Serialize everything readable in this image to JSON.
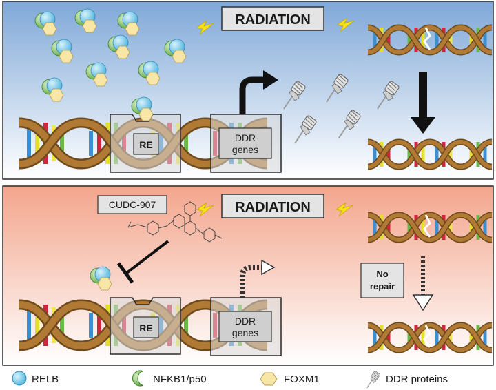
{
  "top_panel": {
    "title": "RADIATION",
    "binding_site_label": "RE",
    "genes_label_line1": "DDR",
    "genes_label_line2": "genes"
  },
  "bottom_panel": {
    "title": "RADIATION",
    "drug_label": "CUDC-907",
    "binding_site_label": "RE",
    "genes_label_line1": "DDR",
    "genes_label_line2": "genes",
    "outcome_line1": "No",
    "outcome_line2": "repair"
  },
  "legend": {
    "items": [
      {
        "label": "RELB",
        "icon": "relb-circle-icon",
        "color": "#5fc0e6"
      },
      {
        "label": "NFKB1/p50",
        "icon": "nfkb1-crescent-icon",
        "color": "#7bbf59"
      },
      {
        "label": "FOXM1",
        "icon": "foxm1-hexagon-icon",
        "color": "#f7e6a6"
      },
      {
        "label": "DDR proteins",
        "icon": "ddr-protein-pushpin-icon",
        "color": "#a8a8a8"
      }
    ]
  },
  "colors": {
    "top_gradient_start": "#7fa8d8",
    "bottom_gradient_start": "#f3a58c",
    "helix_backbone": "#9a6a2e",
    "bolt": "#f5e21b"
  }
}
